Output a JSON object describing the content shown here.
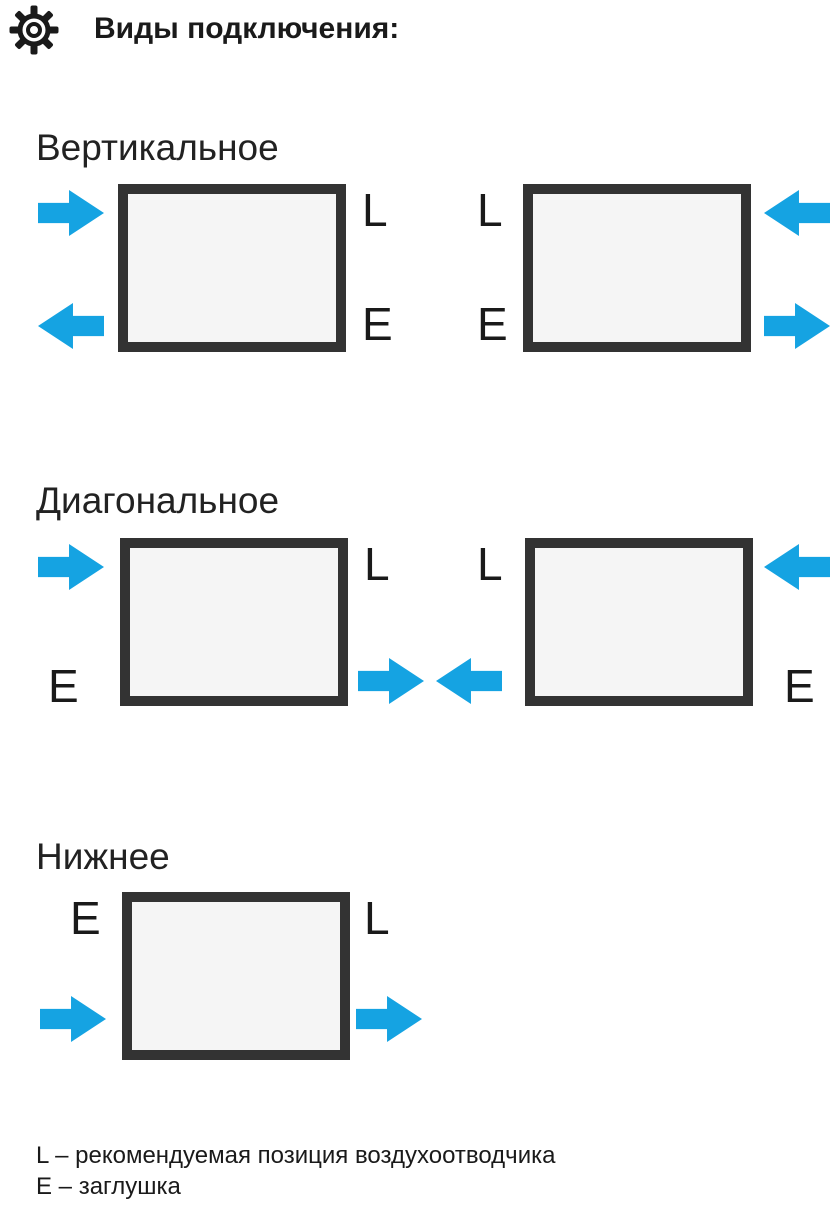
{
  "header": {
    "title": "Виды подключения:"
  },
  "sections": [
    {
      "title": "Вертикальное"
    },
    {
      "title": "Диагональное"
    },
    {
      "title": "Нижнее"
    }
  ],
  "labels": {
    "vent": "L",
    "plug": "E"
  },
  "legend": {
    "vent_line": "L – рекомендуемая позиция воздухоотводчика",
    "plug_line": "E – заглушка"
  },
  "colors": {
    "arrow_blue": "#15A3E2",
    "radiator_border": "#333333",
    "radiator_fill": "#F5F5F5",
    "text_dark": "#1A1A1A"
  }
}
